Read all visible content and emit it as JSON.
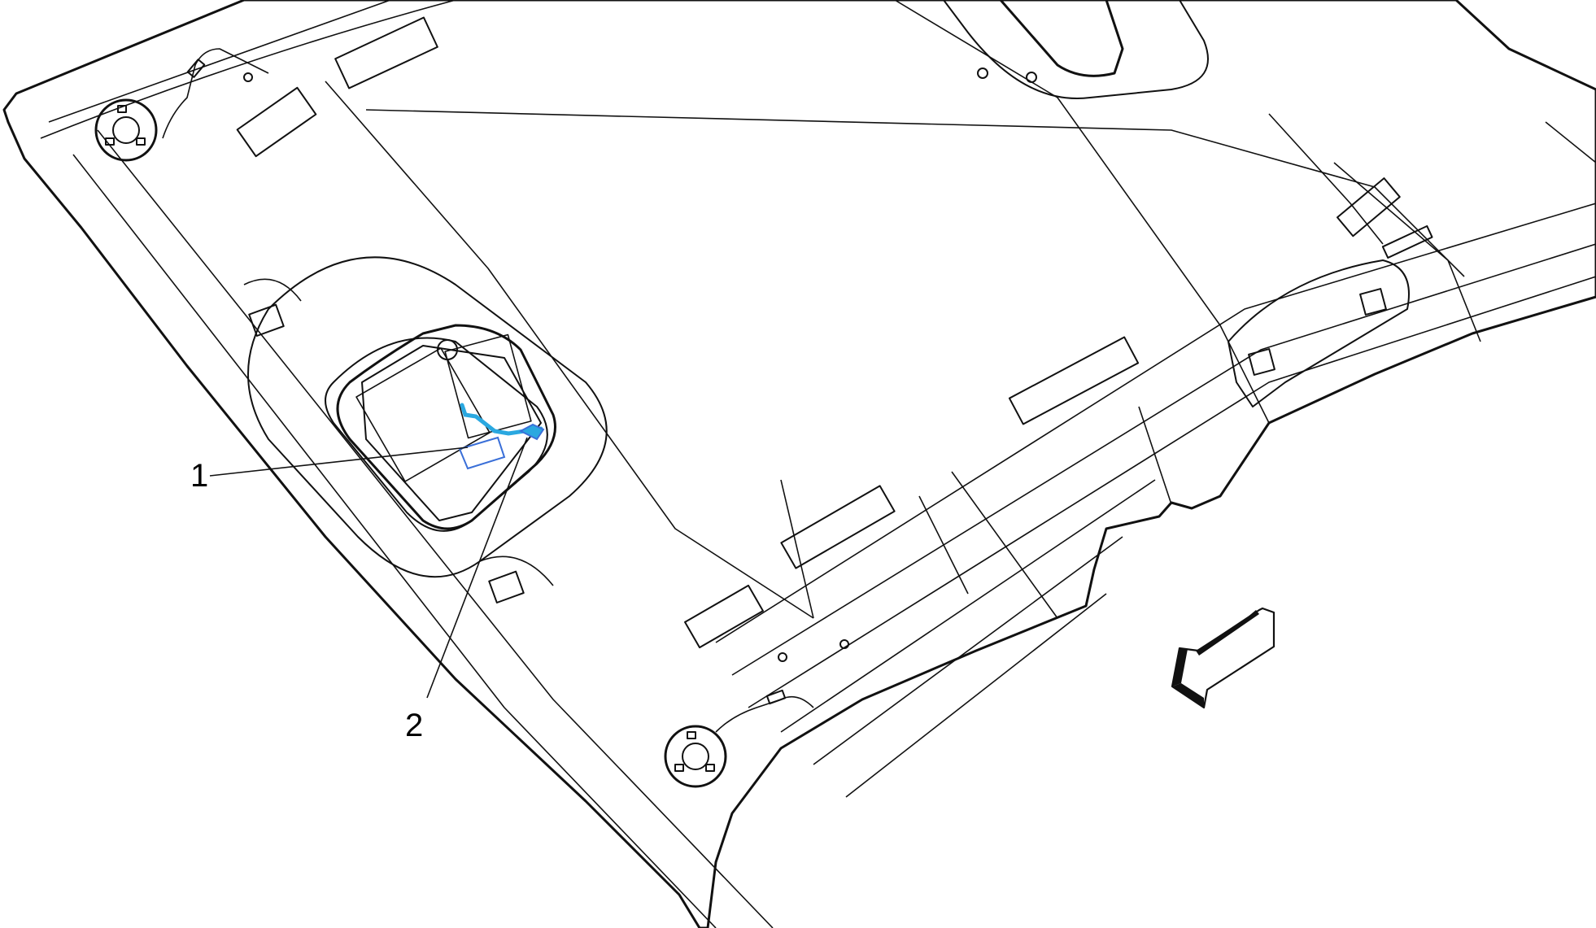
{
  "colors": {
    "headliner_fill": "#cfcdbf",
    "line": "#111111",
    "highlight": "#2aa8e0",
    "highlight_dark": "#3a6fd8",
    "background": "#ffffff"
  },
  "callouts": [
    {
      "id": "1",
      "label": "1"
    },
    {
      "id": "2",
      "label": "2"
    }
  ],
  "icons": {
    "direction_arrow": "front-direction-arrow-icon"
  }
}
